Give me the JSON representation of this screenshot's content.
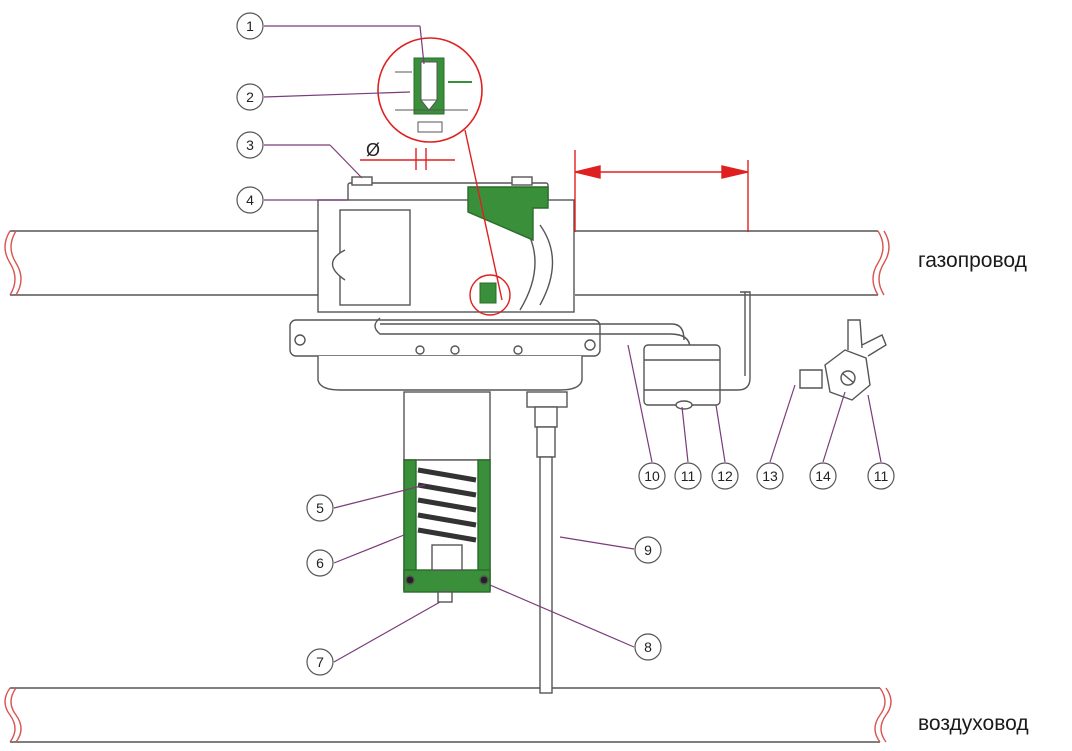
{
  "labels": {
    "gas_pipe": "газопровод",
    "air_duct": "воздуховод",
    "diameter_symbol": "Ø"
  },
  "callouts": [
    "1",
    "2",
    "3",
    "4",
    "5",
    "6",
    "7",
    "8",
    "9",
    "10",
    "11",
    "12",
    "13",
    "14",
    "11"
  ],
  "colors": {
    "line": "#6b6b6b",
    "pipe_outline": "#d9534f",
    "dimension": "#e02020",
    "section_fill": "#3a8f3a",
    "callout": "#7a3b7a"
  }
}
